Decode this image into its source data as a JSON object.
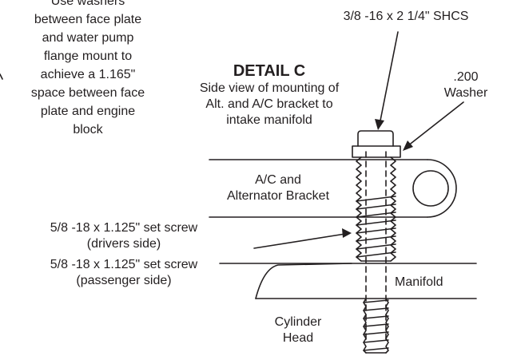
{
  "detail": {
    "title": "DETAIL C",
    "caption": [
      "Side view of mounting of",
      "Alt. and A/C bracket to",
      "intake manifold"
    ]
  },
  "notes": {
    "washer_note": [
      "Use washers",
      "between face plate",
      "and water pump",
      "flange mount to",
      "achieve a 1.165\"",
      "space between face",
      "plate and engine",
      "block"
    ]
  },
  "callouts": {
    "shcs": "3/8 -16 x 2 1/4\" SHCS",
    "washer": [
      ".200",
      "Washer"
    ],
    "bracket": [
      "A/C and",
      "Alternator Bracket"
    ],
    "set_screw_drivers": [
      "5/8 -18 x 1.125\" set screw",
      "(drivers side)"
    ],
    "set_screw_passenger": [
      "5/8 -18 x 1.125\" set screw",
      "(passenger side)"
    ],
    "manifold": "Manifold",
    "cylinder_head": [
      "Cylinder",
      "Head"
    ]
  },
  "colors": {
    "ink": "#231f20",
    "background": "#ffffff"
  }
}
